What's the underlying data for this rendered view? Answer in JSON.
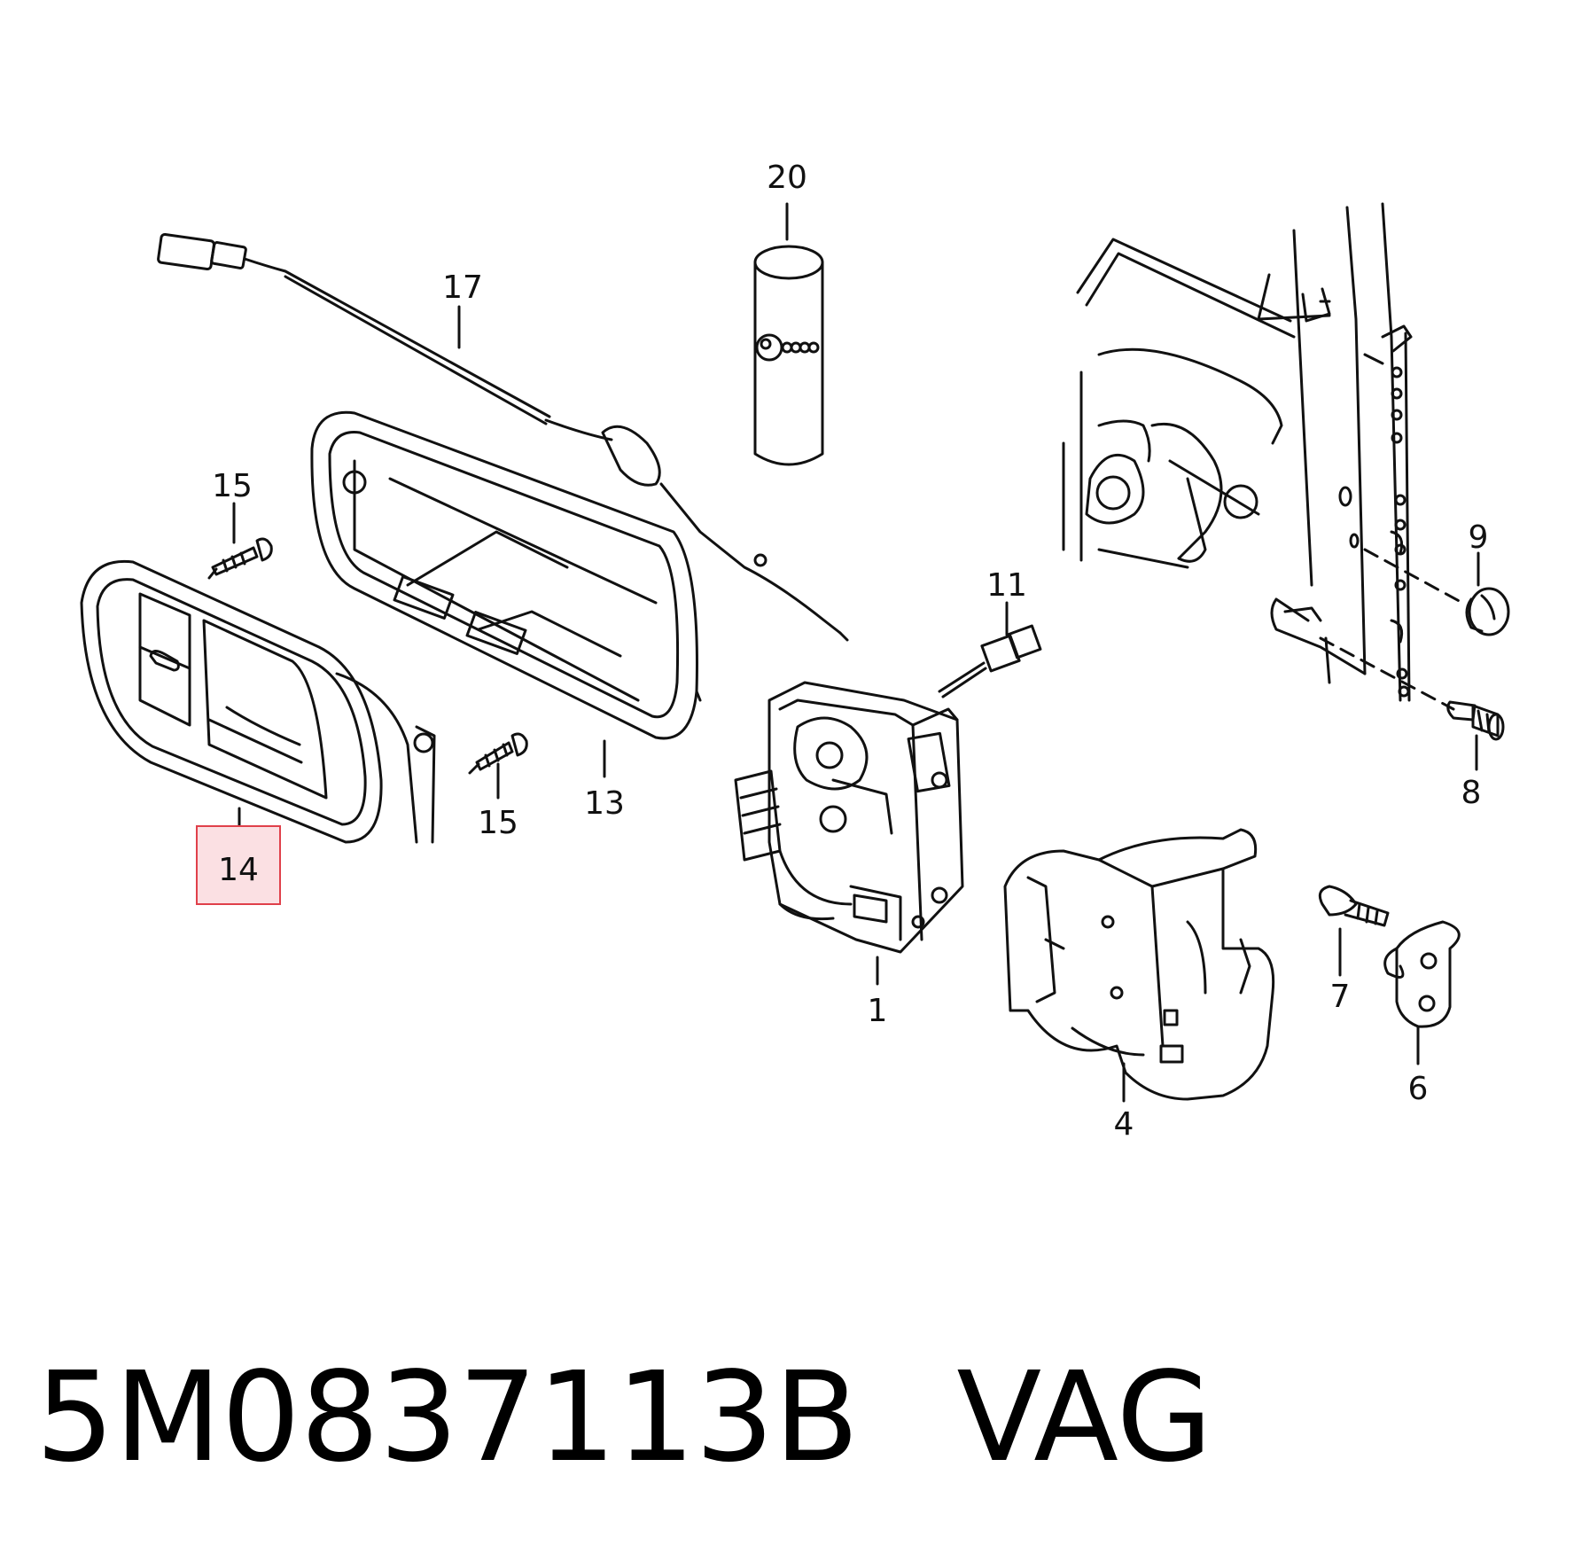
{
  "parts": [
    {
      "id": "p20",
      "label": "20"
    },
    {
      "id": "p17",
      "label": "17"
    },
    {
      "id": "p15a",
      "label": "15"
    },
    {
      "id": "p15b",
      "label": "15"
    },
    {
      "id": "p14",
      "label": "14",
      "highlighted": true
    },
    {
      "id": "p13",
      "label": "13"
    },
    {
      "id": "p11",
      "label": "11"
    },
    {
      "id": "p1",
      "label": "1"
    },
    {
      "id": "p9",
      "label": "9"
    },
    {
      "id": "p8",
      "label": "8"
    },
    {
      "id": "p7",
      "label": "7"
    },
    {
      "id": "p6",
      "label": "6"
    },
    {
      "id": "p4",
      "label": "4"
    }
  ],
  "footer": {
    "part_number": "5M0837113B",
    "brand": "VAG"
  },
  "colors": {
    "line": "#111111",
    "highlight_border": "#e0404a",
    "highlight_fill": "#fbe0e3"
  }
}
